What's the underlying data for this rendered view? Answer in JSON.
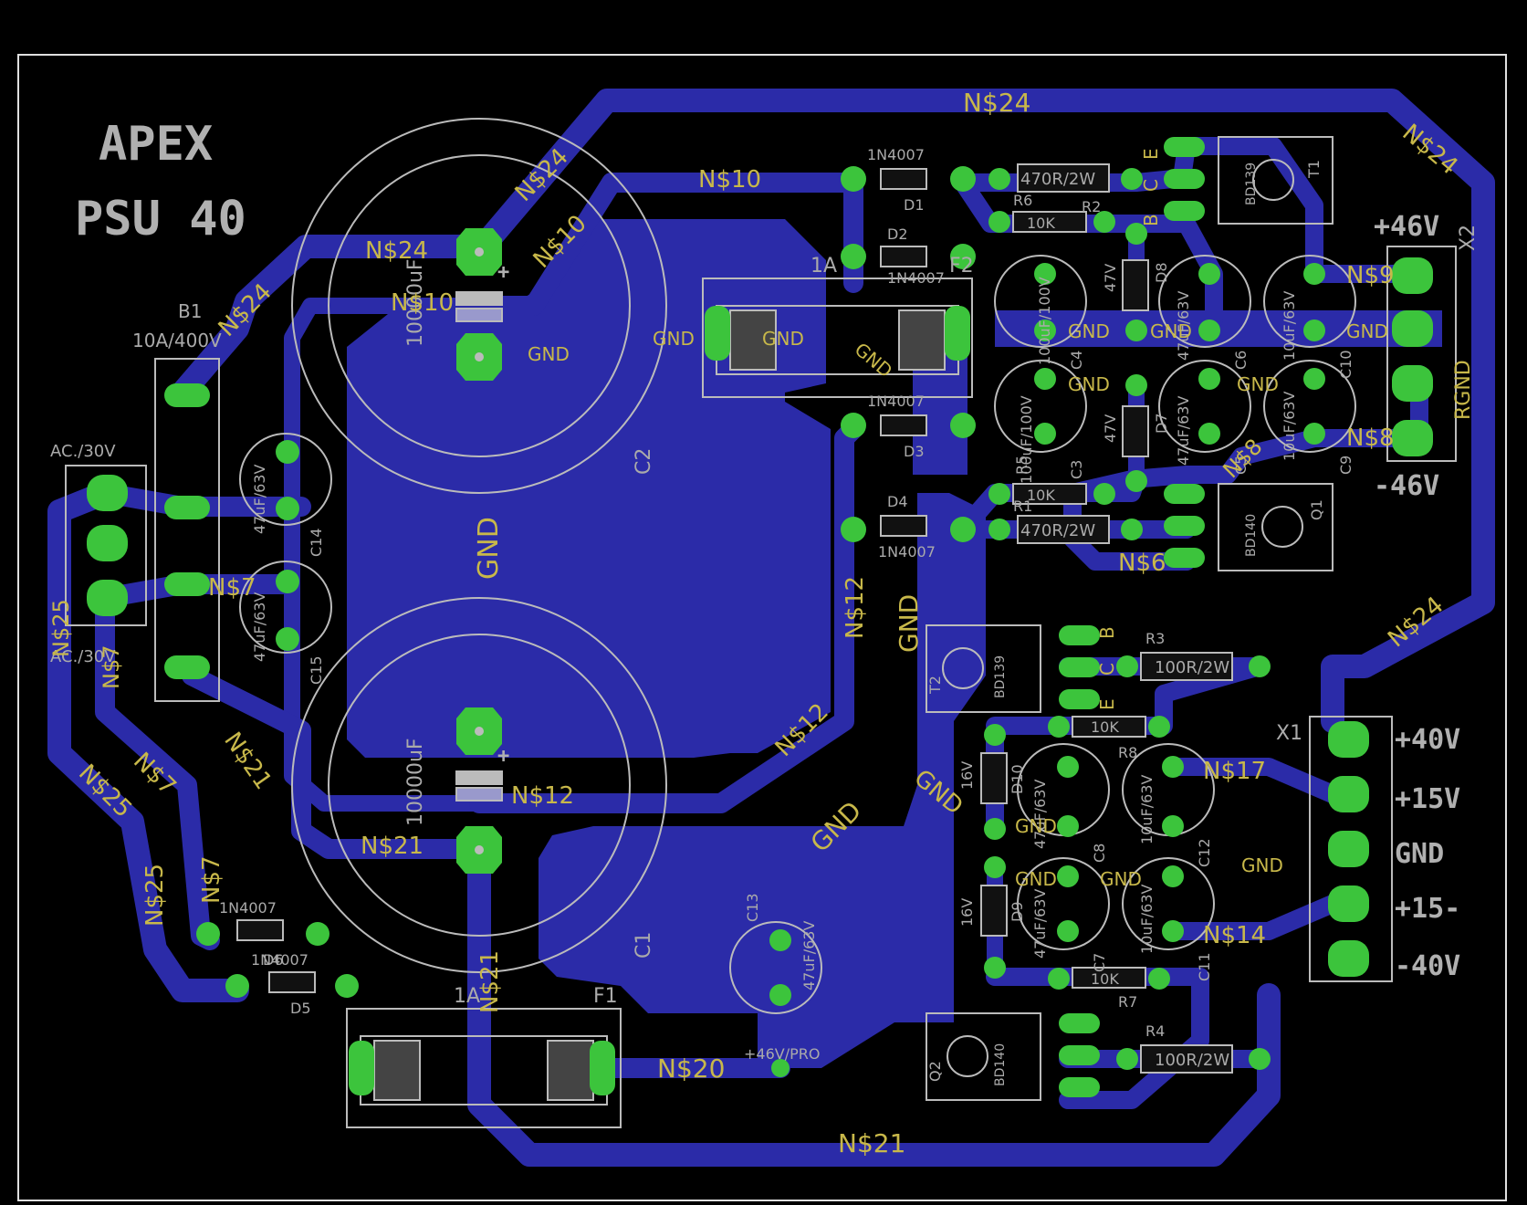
{
  "colors": {
    "background": "#000000",
    "copper": "#2b2ba8",
    "pad": "#3cc43c",
    "silk": "#aaaaaa",
    "net": "#c8b84a",
    "outline": "#e0e0e0"
  },
  "title": {
    "line1": "APEX",
    "line2": "PSU 40"
  },
  "rails": {
    "p46": "+46V",
    "m46": "-46V",
    "p40": "+40V",
    "p15": "+15V",
    "gnd": "GND",
    "p15m": "+15-",
    "m40": "-40V"
  },
  "connectors": {
    "x2": "X2",
    "x1": "X1",
    "x2_net": "RGND",
    "ac_top": "AC./30V",
    "ac_bottom": "AC./30V"
  },
  "bridge": {
    "name": "B1",
    "rating": "10A/400V"
  },
  "capacitors": {
    "c1": "C1",
    "c2": "C2",
    "c2_value": "10000uF",
    "c1_value": "10000uF",
    "c13": "C13",
    "c13_value": "47uF/63V",
    "c14": "C14",
    "c14_value": "47uF/63V",
    "c15": "C15",
    "c15_value": "47uF/63V",
    "c3": "C3",
    "c3_value": "100uF/100V",
    "c4": "C4",
    "c4_value": "100uF/100V",
    "c5": "C5",
    "c5_value": "47uF/63V",
    "c6": "C6",
    "c6_value": "47uF/63V",
    "c9": "C9",
    "c9_value": "10uF/63V",
    "c10": "C10",
    "c10_value": "10uF/63V",
    "c7": "C7",
    "c7_value": "47uF/63V",
    "c8": "C8",
    "c8_value": "47uF/63V",
    "c11": "C11",
    "c11_value": "10uF/63V",
    "c12": "C12",
    "c12_value": "10uF/63V"
  },
  "diodes": {
    "d1": "D1",
    "d2": "D2",
    "d3": "D3",
    "d4": "D4",
    "d5": "D5",
    "d6": "D6",
    "d7": "D7",
    "d8": "D8",
    "d9": "D9",
    "d10": "D10",
    "type": "1N4007",
    "zener47": "47V",
    "zener16": "16V"
  },
  "resistors": {
    "r6": "R6",
    "r6_value": "470R/2W",
    "r2": "R2",
    "r2_value": "10K",
    "r5": "R5",
    "r5_value": "470R/2W",
    "r1": "R1",
    "r1_value": "10K",
    "r3": "R3",
    "r3_value": "100R/2W",
    "r8": "R8",
    "r8_value": "10K",
    "r4": "R4",
    "r4_value": "100R/2W",
    "r7": "R7",
    "r7_value": "10K"
  },
  "transistors": {
    "t1": "T1",
    "t1_type": "BD139",
    "q1": "Q1",
    "q1_type": "BD140",
    "t2": "T2",
    "t2_type": "BD139",
    "q2": "Q2",
    "q2_type": "BD140"
  },
  "fuses": {
    "f1": "F1",
    "f1_rating": "1A",
    "f2": "F2",
    "f2_rating": "1A"
  },
  "nets": {
    "n24": "N$24",
    "n10": "N$10",
    "n12": "N$12",
    "n21": "N$21",
    "n25": "N$25",
    "n7": "N$7",
    "n9": "N$9",
    "n8": "N$8",
    "n6": "N$6",
    "n17": "N$17",
    "n14": "N$14",
    "n20": "N$20",
    "gnd": "GND",
    "p46pro": "+46V/PRO"
  },
  "pin_letters": {
    "e": "E",
    "c": "C",
    "b": "B"
  }
}
